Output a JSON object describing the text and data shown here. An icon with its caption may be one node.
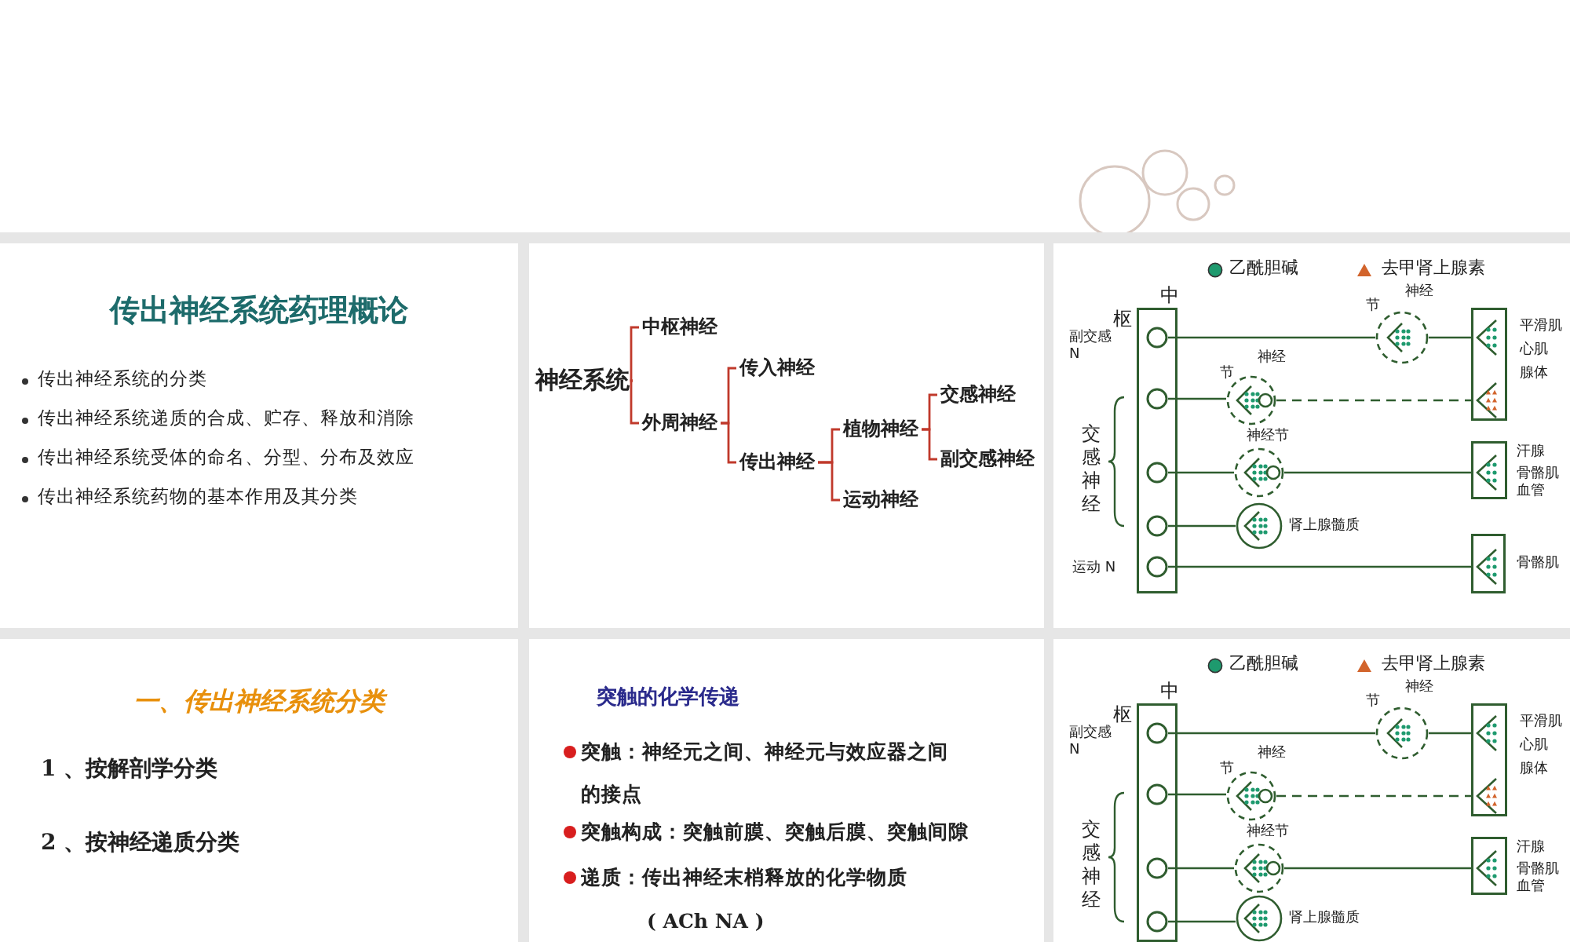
{
  "diagram": {
    "nodes": [
      {
        "text": [],
        "shape": "box"
      },
      {
        "text": [
          "传出神经系统药理概论",
          "传出神经系统的分类",
          "传出神经系统递质的合成、贮存、释放和消除",
          "传出神经系统受体的命名、分型、分布及效应",
          "传出神经系统药物的基本作用及其分类"
        ]
      },
      {
        "text": [],
        "shape": "box"
      },
      {
        "text": [
          "神经系统"
        ],
        "in": 2
      },
      {
        "text": [
          "中枢神经"
        ],
        "in": 2
      },
      {
        "text": [
          "外周神经"
        ],
        "in": 2
      },
      {
        "text": [
          "传入神经"
        ],
        "in": 2
      },
      {
        "text": [
          "传出神经"
        ],
        "in": 2
      },
      {
        "text": [
          "植物神经"
        ],
        "in": 2
      },
      {
        "text": [
          "运动神经"
        ],
        "in": 2
      },
      {
        "text": [
          "交感神经"
        ],
        "in": 2
      },
      {
        "text": [
          "副交感神经"
        ],
        "in": 2
      },
      {
        "text": [],
        "shape": "box"
      },
      {
        "text": [
          "中",
          "枢"
        ],
        "in": 12
      },
      {
        "text": [],
        "shape": "circle",
        "in": 13
      },
      {
        "text": [],
        "shape": "circle",
        "in": 13
      },
      {
        "text": [],
        "shape": "circle",
        "in": 13
      },
      {
        "text": [],
        "shape": "circle",
        "in": 13
      },
      {
        "text": [],
        "shape": "circle",
        "in": 13
      },
      {
        "text": [
          "神经",
          "节"
        ],
        "in": 12
      },
      {
        "text": [
          "神经",
          "节"
        ],
        "in": 12
      },
      {
        "text": [
          "神经节"
        ],
        "in": 12
      },
      {
        "text": [],
        "shape": "circle",
        "beside": [
          "肾上腺髓质"
        ],
        "in": 12
      },
      {
        "text": [],
        "shape": "box",
        "beside": [
          "平滑肌",
          "心肌",
          "腺体"
        ],
        "in": 12
      },
      {
        "text": [],
        "shape": "box",
        "beside": [
          "汗腺",
          "骨骼肌血管"
        ],
        "in": 12
      },
      {
        "text": [],
        "shape": "box",
        "beside": [
          "骨骼肌"
        ],
        "in": 12
      },
      {
        "text": [
          "一、传出神经系统分类",
          "1 、按解剖学分类",
          "2 、按神经递质分类"
        ]
      },
      {
        "text": [
          "突触的化学传递",
          "突触：神经元之间、神经元与效应器之间的接点",
          "突触构成：突触前膜、突触后膜、突触间隙",
          "递质：传出神经末梢释放的化学物质",
          "( ACh NA )"
        ]
      },
      {
        "text": [],
        "shape": "box"
      },
      {
        "text": [
          "中",
          "枢"
        ],
        "in": 28
      },
      {
        "text": [],
        "shape": "circle",
        "in": 29
      },
      {
        "text": [],
        "shape": "circle",
        "in": 29
      },
      {
        "text": [],
        "shape": "circle",
        "in": 29
      },
      {
        "text": [],
        "shape": "circle",
        "in": 29
      },
      {
        "text": [
          "神经",
          "节"
        ],
        "in": 28
      },
      {
        "text": [
          "神经",
          "节"
        ],
        "in": 28
      },
      {
        "text": [
          "神经节"
        ],
        "in": 28
      },
      {
        "text": [],
        "shape": "circle",
        "beside": [
          "肾上腺髓质"
        ],
        "in": 28
      },
      {
        "text": [],
        "shape": "box",
        "beside": [
          "平滑肌",
          "心肌",
          "腺体"
        ],
        "in": 28
      },
      {
        "text": [],
        "shape": "box",
        "beside": [
          "汗腺",
          "骨骼肌血管"
        ],
        "in": 28
      }
    ],
    "edges": [
      {
        "from": 3,
        "to": 4,
        "arrow": "none",
        "color": "#c0392b"
      },
      {
        "from": 3,
        "to": 5,
        "arrow": "none",
        "color": "#c0392b"
      },
      {
        "from": 5,
        "to": 6,
        "arrow": "none",
        "color": "#c0392b"
      },
      {
        "from": 5,
        "to": 7,
        "arrow": "none",
        "color": "#c0392b"
      },
      {
        "from": 7,
        "to": 8,
        "arrow": "none",
        "color": "#c0392b"
      },
      {
        "from": 7,
        "to": 9,
        "arrow": "none",
        "color": "#c0392b"
      },
      {
        "from": 8,
        "to": 10,
        "arrow": "none",
        "color": "#c0392b"
      },
      {
        "from": 8,
        "to": 11,
        "arrow": "none",
        "color": "#c0392b"
      },
      {
        "from": 14,
        "to": 19,
        "arrow": "none"
      },
      {
        "from": 19,
        "to": 23,
        "arrow": "none"
      },
      {
        "from": 15,
        "to": 20,
        "arrow": "none"
      },
      {
        "from": 20,
        "to": 23,
        "arrow": "none",
        "style": "dashed"
      },
      {
        "from": 16,
        "to": 21,
        "arrow": "none"
      },
      {
        "from": 21,
        "to": 24,
        "arrow": "none"
      },
      {
        "from": 17,
        "to": 22,
        "arrow": "none"
      },
      {
        "from": 18,
        "to": 25,
        "arrow": "none"
      },
      {
        "from": 30,
        "to": 34,
        "arrow": "none"
      },
      {
        "from": 34,
        "to": 38,
        "arrow": "none"
      },
      {
        "from": 31,
        "to": 35,
        "arrow": "none"
      },
      {
        "from": 35,
        "to": 38,
        "arrow": "none",
        "style": "dashed"
      },
      {
        "from": 32,
        "to": 36,
        "arrow": "none"
      },
      {
        "from": 36,
        "to": 39,
        "arrow": "none"
      },
      {
        "from": 33,
        "to": 37,
        "arrow": "none"
      }
    ],
    "labels": [
      "副交感 N",
      "交感神经",
      "运动 N",
      "副交感 N",
      "交感神经"
    ],
    "legend": [
      {
        "text": "乙酰胆碱",
        "color": "#1e9a6e"
      },
      {
        "text": "去甲肾上腺素",
        "color": "#d2642c"
      },
      {
        "text": "乙酰胆碱",
        "color": "#1e9a6e"
      },
      {
        "text": "去甲肾上腺素",
        "color": "#d2642c"
      }
    ]
  }
}
